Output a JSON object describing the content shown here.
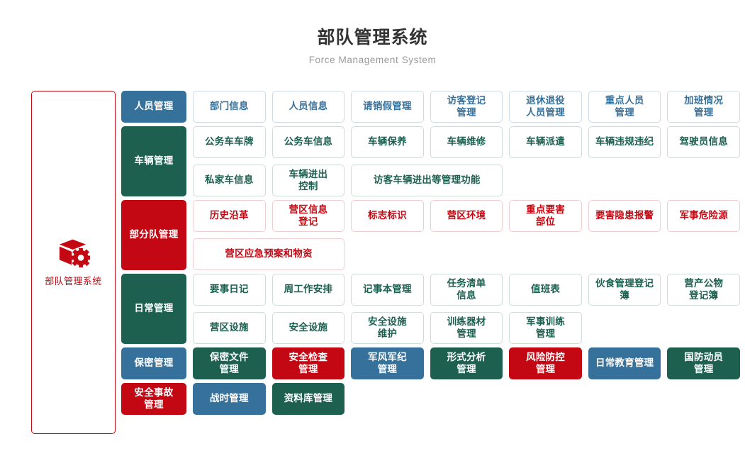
{
  "header": {
    "title": "部队管理系统",
    "subtitle": "Force Management System"
  },
  "sidebar": {
    "icon": "cube-gear-icon",
    "label": "部队管理系统",
    "accent": "#c40813"
  },
  "colors": {
    "blue": "#36719c",
    "green": "#1d6050",
    "red": "#c40813",
    "title": "#333333",
    "subtitle": "#9a9a9a"
  },
  "categories": [
    {
      "label": "人员管理",
      "style": "blue",
      "rows": [
        [
          {
            "label": "部门信息",
            "style": "o-blue",
            "span": 1
          },
          {
            "label": "人员信息",
            "style": "o-blue",
            "span": 1
          },
          {
            "label": "请销假管理",
            "style": "o-blue",
            "span": 1
          },
          {
            "label": "访客登记\n管理",
            "style": "o-blue",
            "span": 1
          },
          {
            "label": "退休退役\n人员管理",
            "style": "o-blue",
            "span": 1
          },
          {
            "label": "重点人员\n管理",
            "style": "o-blue",
            "span": 1
          },
          {
            "label": "加班情况\n管理",
            "style": "o-blue",
            "span": 1
          }
        ]
      ]
    },
    {
      "label": "车辆管理",
      "style": "green",
      "rows": [
        [
          {
            "label": "公务车车牌",
            "style": "o-green",
            "span": 1
          },
          {
            "label": "公务车信息",
            "style": "o-green",
            "span": 1
          },
          {
            "label": "车辆保养",
            "style": "o-green",
            "span": 1
          },
          {
            "label": "车辆维修",
            "style": "o-green",
            "span": 1
          },
          {
            "label": "车辆派遣",
            "style": "o-green",
            "span": 1
          },
          {
            "label": "车辆违规违纪",
            "style": "o-green",
            "span": 1
          },
          {
            "label": "驾驶员信息",
            "style": "o-green",
            "span": 1
          }
        ],
        [
          {
            "label": "私家车信息",
            "style": "o-green",
            "span": 1
          },
          {
            "label": "车辆进出\n控制",
            "style": "o-green",
            "span": 1
          },
          {
            "label": "访客车辆进出等管理功能",
            "style": "o-green",
            "span": 2
          }
        ]
      ]
    },
    {
      "label": "部分队管理",
      "style": "red",
      "rows": [
        [
          {
            "label": "历史沿革",
            "style": "o-red",
            "span": 1
          },
          {
            "label": "营区信息\n登记",
            "style": "o-red",
            "span": 1
          },
          {
            "label": "标志标识",
            "style": "o-red",
            "span": 1
          },
          {
            "label": "营区环境",
            "style": "o-red",
            "span": 1
          },
          {
            "label": "重点要害\n部位",
            "style": "o-red",
            "span": 1
          },
          {
            "label": "要害隐患报警",
            "style": "o-red",
            "span": 1
          },
          {
            "label": "军事危险源",
            "style": "o-red",
            "span": 1
          }
        ],
        [
          {
            "label": "营区应急预案和物资",
            "style": "o-red",
            "span": 2
          }
        ]
      ]
    },
    {
      "label": "日常管理",
      "style": "green",
      "rows": [
        [
          {
            "label": "要事日记",
            "style": "o-green",
            "span": 1
          },
          {
            "label": "周工作安排",
            "style": "o-green",
            "span": 1
          },
          {
            "label": "记事本管理",
            "style": "o-green",
            "span": 1
          },
          {
            "label": "任务清单\n信息",
            "style": "o-green",
            "span": 1
          },
          {
            "label": "值班表",
            "style": "o-green",
            "span": 1
          },
          {
            "label": "伙食管理登记簿",
            "style": "o-green",
            "span": 1
          },
          {
            "label": "营产公物\n登记簿",
            "style": "o-green",
            "span": 1
          }
        ],
        [
          {
            "label": "营区设施",
            "style": "o-green",
            "span": 1
          },
          {
            "label": "安全设施",
            "style": "o-green",
            "span": 1
          },
          {
            "label": "安全设施\n维护",
            "style": "o-green",
            "span": 1
          },
          {
            "label": "训练器材\n管理",
            "style": "o-green",
            "span": 1
          },
          {
            "label": "军事训练\n管理",
            "style": "o-green",
            "span": 1
          }
        ]
      ]
    },
    {
      "label": "保密管理",
      "style": "blue",
      "rows": [
        [
          {
            "label": "保密文件\n管理",
            "style": "f-green",
            "span": 1
          },
          {
            "label": "安全检查\n管理",
            "style": "f-red",
            "span": 1
          },
          {
            "label": "军风军纪\n管理",
            "style": "f-blue",
            "span": 1
          },
          {
            "label": "形式分析\n管理",
            "style": "f-green",
            "span": 1
          },
          {
            "label": "风险防控\n管理",
            "style": "f-red",
            "span": 1
          },
          {
            "label": "日常教育管理",
            "style": "f-blue",
            "span": 1
          },
          {
            "label": "国防动员\n管理",
            "style": "f-green",
            "span": 1
          }
        ]
      ]
    },
    {
      "label": "安全事故\n管理",
      "style": "red",
      "isTail": true,
      "rows": [
        [
          {
            "label": "战时管理",
            "style": "f-blue",
            "span": 1
          },
          {
            "label": "资料库管理",
            "style": "f-green",
            "span": 1
          }
        ]
      ]
    }
  ]
}
